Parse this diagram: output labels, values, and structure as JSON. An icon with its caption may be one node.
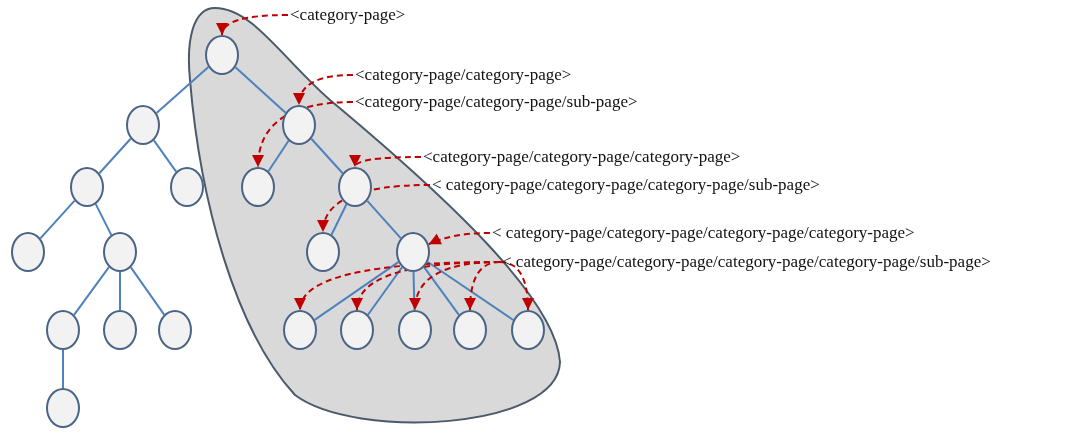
{
  "diagram": {
    "nodes": [
      {
        "text": [],
        "shape": "oval"
      },
      {
        "text": [],
        "shape": "circle",
        "in": 0
      },
      {
        "text": [],
        "shape": "circle"
      },
      {
        "text": [],
        "shape": "circle",
        "in": 0
      },
      {
        "text": [],
        "shape": "circle"
      },
      {
        "text": [],
        "shape": "circle"
      },
      {
        "text": [],
        "shape": "circle",
        "in": 0
      },
      {
        "text": [],
        "shape": "circle",
        "in": 0
      },
      {
        "text": [],
        "shape": "circle"
      },
      {
        "text": [],
        "shape": "circle"
      },
      {
        "text": [],
        "shape": "circle",
        "in": 0
      },
      {
        "text": [],
        "shape": "circle",
        "in": 0
      },
      {
        "text": [],
        "shape": "circle"
      },
      {
        "text": [],
        "shape": "circle"
      },
      {
        "text": [],
        "shape": "circle"
      },
      {
        "text": [],
        "shape": "circle",
        "in": 0
      },
      {
        "text": [],
        "shape": "circle",
        "in": 0
      },
      {
        "text": [],
        "shape": "circle",
        "in": 0
      },
      {
        "text": [],
        "shape": "circle",
        "in": 0
      },
      {
        "text": [],
        "shape": "circle",
        "in": 0
      },
      {
        "text": [],
        "shape": "circle"
      },
      {
        "text": [
          "<category-page>"
        ]
      },
      {
        "text": [
          "<category-page/category-page>"
        ]
      },
      {
        "text": [
          "<category-page/category-page/sub-page>"
        ]
      },
      {
        "text": [
          "<category-page/category-page/category-page>"
        ]
      },
      {
        "text": [
          "< category-page/category-page/category-page/sub-page>"
        ]
      },
      {
        "text": [
          "< category-page/category-page/category-page/category-page>"
        ]
      },
      {
        "text": [
          "< category-page/category-page/category-page/category-page/sub-page>"
        ]
      }
    ],
    "edges": [
      {
        "from": 1,
        "to": 2,
        "arrow": "none"
      },
      {
        "from": 1,
        "to": 3,
        "arrow": "none"
      },
      {
        "from": 2,
        "to": 4,
        "arrow": "none"
      },
      {
        "from": 2,
        "to": 5,
        "arrow": "none"
      },
      {
        "from": 4,
        "to": 8,
        "arrow": "none"
      },
      {
        "from": 4,
        "to": 9,
        "arrow": "none"
      },
      {
        "from": 9,
        "to": 12,
        "arrow": "none"
      },
      {
        "from": 9,
        "to": 13,
        "arrow": "none"
      },
      {
        "from": 9,
        "to": 14,
        "arrow": "none"
      },
      {
        "from": 12,
        "to": 20,
        "arrow": "none"
      },
      {
        "from": 3,
        "to": 6,
        "arrow": "none"
      },
      {
        "from": 3,
        "to": 7,
        "arrow": "none"
      },
      {
        "from": 7,
        "to": 10,
        "arrow": "none"
      },
      {
        "from": 7,
        "to": 11,
        "arrow": "none"
      },
      {
        "from": 11,
        "to": 15,
        "arrow": "none"
      },
      {
        "from": 11,
        "to": 16,
        "arrow": "none"
      },
      {
        "from": 11,
        "to": 17,
        "arrow": "none"
      },
      {
        "from": 11,
        "to": 18,
        "arrow": "none"
      },
      {
        "from": 11,
        "to": 19,
        "arrow": "none"
      },
      {
        "from": 21,
        "to": 1,
        "arrow": "to",
        "style": "dashed",
        "color": "#c00000"
      },
      {
        "from": 22,
        "to": 3,
        "arrow": "to",
        "style": "dashed",
        "color": "#c00000"
      },
      {
        "from": 23,
        "to": 6,
        "arrow": "to",
        "style": "dashed",
        "color": "#c00000"
      },
      {
        "from": 24,
        "to": 7,
        "arrow": "to",
        "style": "dashed",
        "color": "#c00000"
      },
      {
        "from": 25,
        "to": 10,
        "arrow": "to",
        "style": "dashed",
        "color": "#c00000"
      },
      {
        "from": 26,
        "to": 11,
        "arrow": "to",
        "style": "dashed",
        "color": "#c00000"
      },
      {
        "from": 27,
        "to": 15,
        "arrow": "to",
        "style": "dashed",
        "color": "#c00000"
      },
      {
        "from": 27,
        "to": 16,
        "arrow": "to",
        "style": "dashed",
        "color": "#c00000"
      },
      {
        "from": 27,
        "to": 17,
        "arrow": "to",
        "style": "dashed",
        "color": "#c00000"
      },
      {
        "from": 27,
        "to": 18,
        "arrow": "to",
        "style": "dashed",
        "color": "#c00000"
      },
      {
        "from": 27,
        "to": 19,
        "arrow": "to",
        "style": "dashed",
        "color": "#c00000"
      }
    ]
  }
}
